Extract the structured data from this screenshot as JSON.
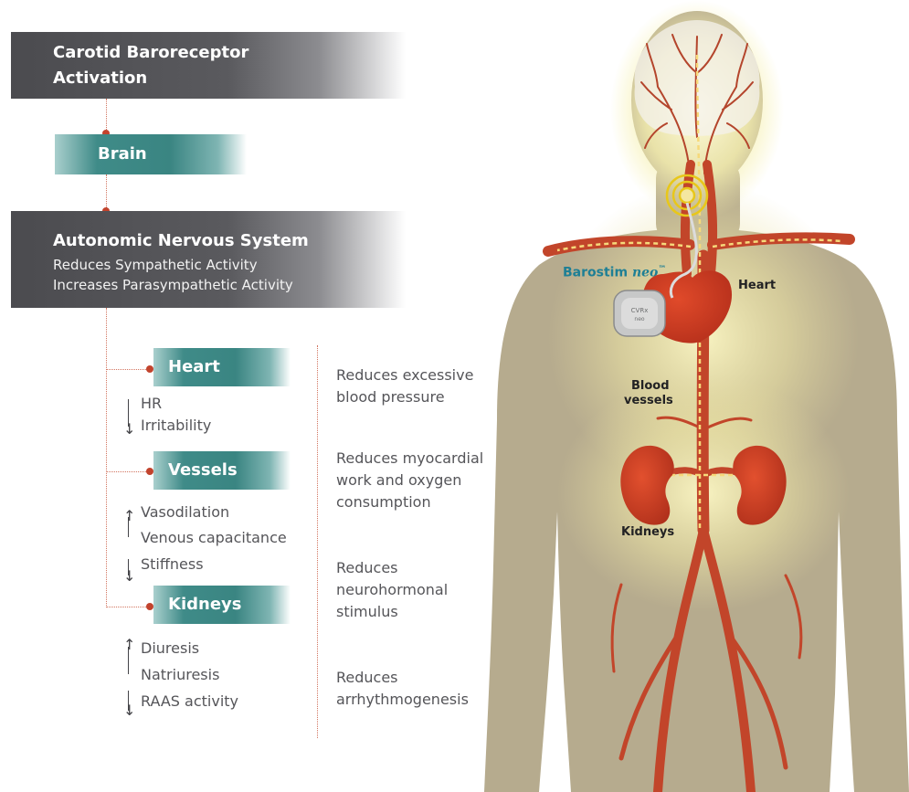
{
  "flow": {
    "step1": {
      "line1": "Carotid Baroreceptor",
      "line2": "Activation"
    },
    "step2": {
      "label": "Brain"
    },
    "step3": {
      "title": "Autonomic Nervous System",
      "sub1": "Reduces Sympathetic Activity",
      "sub2": "Increases Parasympathetic Activity"
    }
  },
  "organs": [
    {
      "label": "Heart",
      "effects": [
        {
          "direction": "down",
          "text": "HR"
        },
        {
          "direction": "down",
          "text": "Irritability"
        }
      ]
    },
    {
      "label": "Vessels",
      "effects": [
        {
          "direction": "up",
          "text": "Vasodilation"
        },
        {
          "direction": "up",
          "text": "Venous capacitance"
        },
        {
          "direction": "down",
          "text": "Stiffness"
        }
      ]
    },
    {
      "label": "Kidneys",
      "effects": [
        {
          "direction": "up",
          "text": "Diuresis"
        },
        {
          "direction": "up",
          "text": "Natriuresis"
        },
        {
          "direction": "down",
          "text": "RAAS activity"
        }
      ]
    }
  ],
  "outcomes": [
    {
      "line1": "Reduces excessive",
      "line2": "blood pressure",
      "line3": ""
    },
    {
      "line1": "Reduces myocardial",
      "line2": "work and oxygen",
      "line3": "consumption"
    },
    {
      "line1": "Reduces",
      "line2": "neurohormonal",
      "line3": "stimulus"
    },
    {
      "line1": "Reduces",
      "line2": "arrhythmogenesis",
      "line3": ""
    }
  ],
  "illustration": {
    "device_brand": "Barostim",
    "device_model": "neo",
    "device_tm": "™",
    "device_tag1": "CVRx",
    "device_tag2": "neo",
    "labels": {
      "heart": "Heart",
      "vessels_line1": "Blood",
      "vessels_line2": "vessels",
      "kidneys": "Kidneys"
    }
  },
  "colors": {
    "gray_band": "#4b4b4f",
    "teal_band": "#3a8582",
    "connector": "#c2432d",
    "body": "#b9ad90",
    "artery": "#c2452a",
    "glow": "#f7f3b8",
    "brand": "#1e7f95"
  }
}
